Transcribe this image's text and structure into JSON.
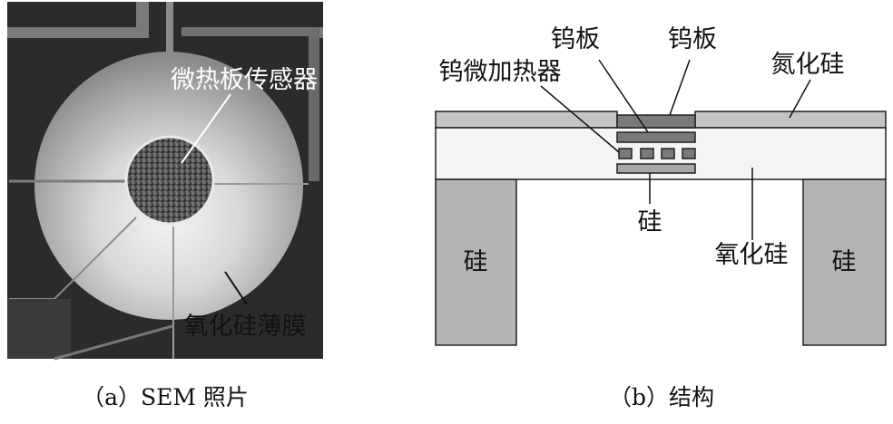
{
  "panel_a": {
    "caption": "（a）SEM 照片",
    "label_sensor": "微热板传感器",
    "label_membrane": "氧化硅薄膜"
  },
  "panel_b": {
    "caption": "（b）结构",
    "label_tungsten_plate_1": "钨板",
    "label_tungsten_plate_2": "钨板",
    "label_tungsten_heater": "钨微加热器",
    "label_silicon_nitride": "氮化硅",
    "label_silicon_center": "硅",
    "label_silicon_oxide": "氧化硅",
    "label_silicon_left": "硅",
    "label_silicon_right": "硅"
  }
}
